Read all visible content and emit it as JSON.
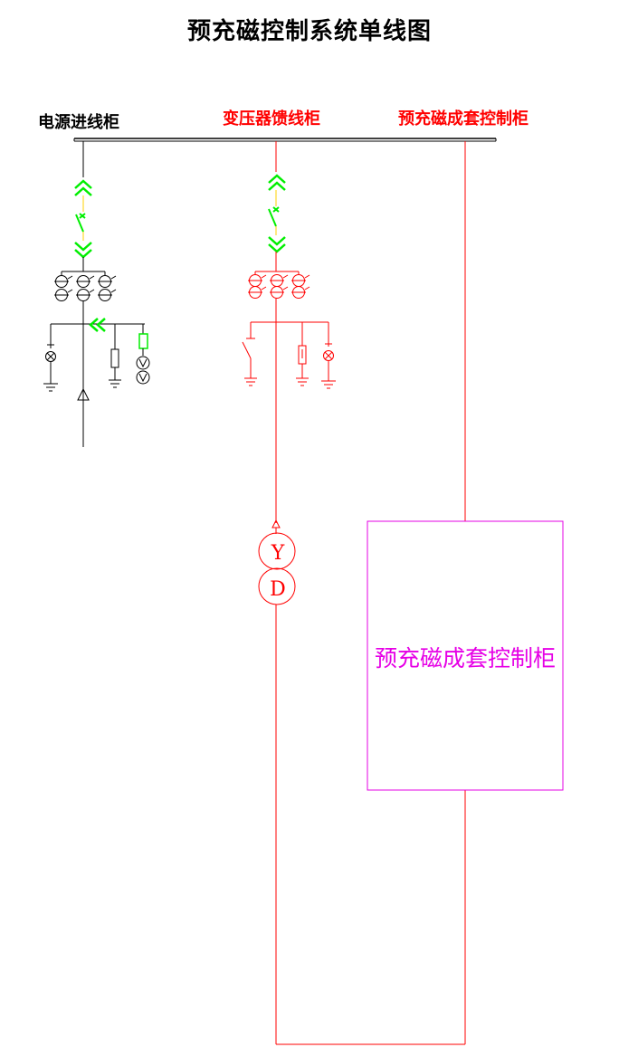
{
  "title": "预充磁控制系统单线图",
  "cabinets": {
    "incoming": "电源进线柜",
    "transformer_feeder": "变压器馈线柜",
    "premag_control_top": "预充磁成套控制柜",
    "premag_control_box": "预充磁成套控制柜"
  },
  "transformer": {
    "primary_winding": "Y",
    "secondary_winding": "D"
  },
  "colors": {
    "incoming_lines": "#000000",
    "feeder_lines": "#ff0000",
    "switchgear": "#00ee00",
    "control_box": "#e600e6"
  }
}
